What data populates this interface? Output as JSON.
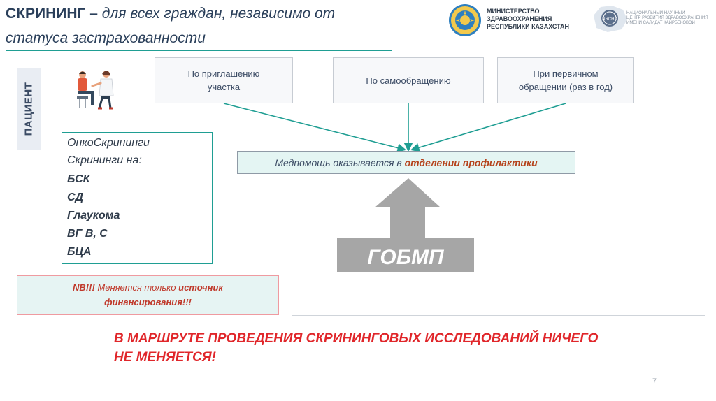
{
  "header": {
    "title_bold": "СКРИНИНГ –",
    "title_italic": "для всех граждан, независимо от",
    "title_line2": "статуса застрахованности"
  },
  "logos": {
    "ministry_line1": "МИНИСТЕРСТВО",
    "ministry_line2": "ЗДРАВООХРАНЕНИЯ",
    "ministry_line3": "РЕСПУБЛИКИ КАЗАХСТАН",
    "center_line1": "НАЦИОНАЛЬНЫЙ НАУЧНЫЙ",
    "center_line2": "ЦЕНТР РАЗВИТИЯ ЗДРАВООХРАНЕНИЯ",
    "center_line3": "ИМЕНИ САЛИДАТ КАИРБЕКОВОЙ",
    "center_logo_text": "NRCHD"
  },
  "patient_label": "ПАЦИЕНТ",
  "sources": [
    {
      "label_line1": "По приглашению",
      "label_line2": "участка"
    },
    {
      "label_line1": "По самообращению",
      "label_line2": ""
    },
    {
      "label_line1": "При первичном",
      "label_line2": "обращении (раз в год)"
    }
  ],
  "med_box": {
    "prefix": "Медпомощь оказывается в ",
    "highlight": "отделении профилактики"
  },
  "gobmp_label": "ГОБМП",
  "screening": {
    "items": [
      "ОнкоСкрининги",
      "Скрининги на:",
      "БСК",
      "СД",
      "Глаукома",
      "ВГ В, С",
      "БЦА"
    ]
  },
  "nb": {
    "prefix": "NB!!!",
    "middle": " Меняется только ",
    "bold_word": "источник",
    "line2": "финансирования!!!"
  },
  "conclusion": {
    "line1": "В МАРШРУТЕ ПРОВЕДЕНИЯ СКРИНИНГОВЫХ ИССЛЕДОВАНИЙ НИЧЕГО",
    "line2": "НЕ МЕНЯЕТСЯ!"
  },
  "page_number": "7",
  "colors": {
    "accent_teal": "#1f9e93",
    "text_navy": "#2a3f5a",
    "highlight_orange": "#b5431c",
    "alert_red": "#e0262a",
    "gobmp_gray": "#a6a6a6"
  },
  "icons": [
    "kazakhstan-emblem-icon",
    "nrchd-logo-icon",
    "doctor-patient-illustration-icon",
    "up-arrow-icon"
  ]
}
